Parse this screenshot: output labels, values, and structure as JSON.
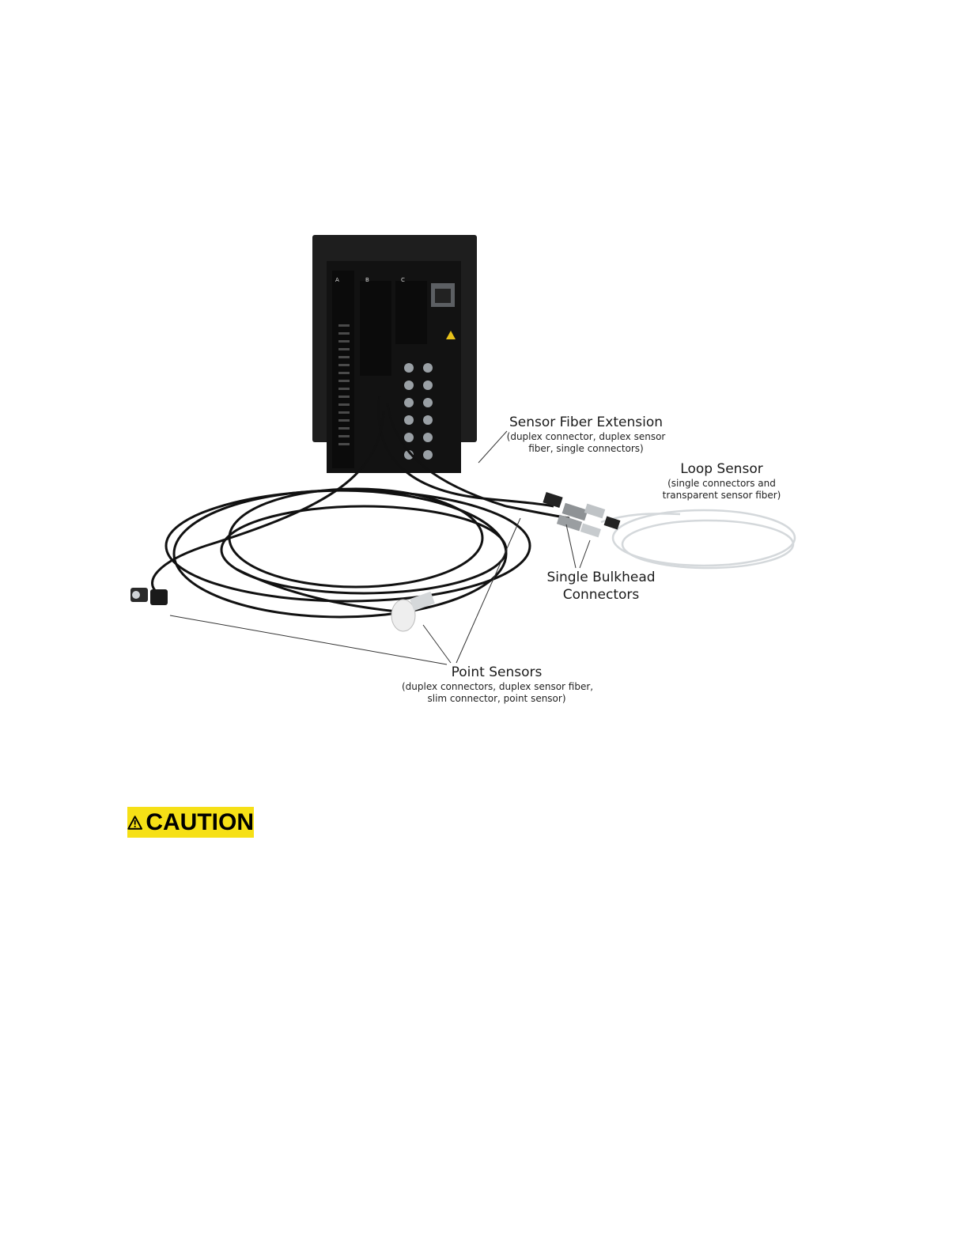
{
  "figure": {
    "labels": {
      "sensor_fiber_extension": {
        "title": "Sensor Fiber Extension",
        "detail_1": "(duplex connector, duplex sensor",
        "detail_2": "fiber, single connectors)"
      },
      "loop_sensor": {
        "title": "Loop Sensor",
        "detail_1": "(single connectors and",
        "detail_2": "transparent sensor fiber)"
      },
      "single_bulkhead": {
        "title_1": "Single Bulkhead",
        "title_2": "Connectors"
      },
      "point_sensors": {
        "title": "Point Sensors",
        "detail_1": "(duplex connectors, duplex sensor fiber,",
        "detail_2": "slim connector, point sensor)"
      }
    },
    "device_panel_letters": [
      "A",
      "B",
      "C"
    ],
    "colors": {
      "device": "#151515",
      "cable": "#111111",
      "loop_fiber": "#d9dde0"
    }
  },
  "caution": {
    "label": "CAUTION",
    "background": "#f6e016"
  }
}
